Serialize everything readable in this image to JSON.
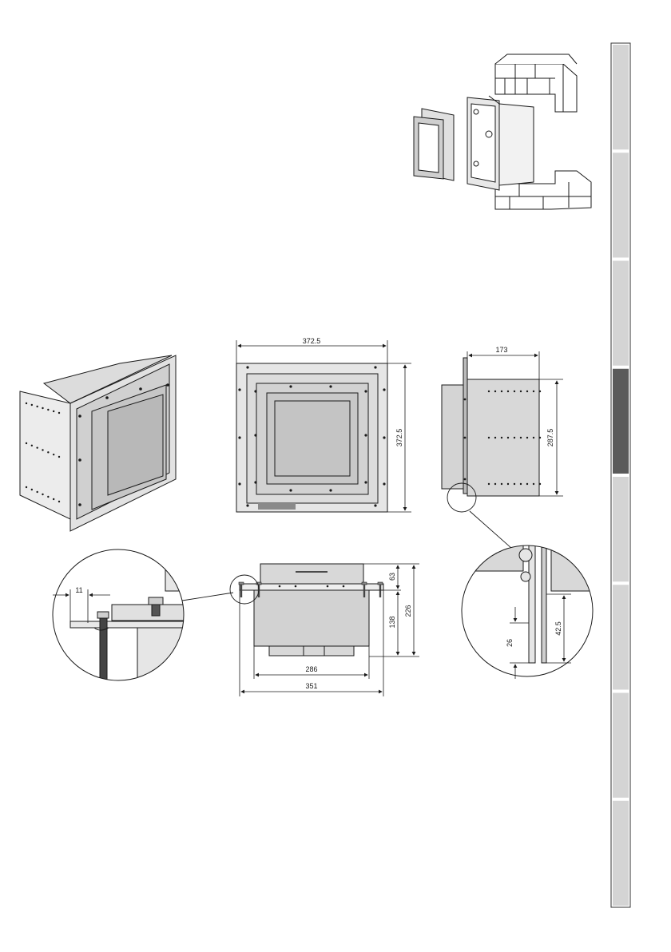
{
  "dimensions": {
    "front_width": "372.5",
    "front_height": "372.5",
    "side_depth": "173",
    "side_height": "287.5",
    "detail_left_offset": "11",
    "bottom_top_height": "63",
    "bottom_body_height": "138",
    "bottom_total_height": "226",
    "bottom_inner_width": "286",
    "bottom_outer_width": "351",
    "detail_right_gap": "26",
    "detail_right_height": "42.5"
  },
  "side_tabs": {
    "active_index": 3,
    "count": 8
  },
  "colors": {
    "frame_fill": "#e6e6e6",
    "panel_fill": "#d2d2d2",
    "inner_fill": "#c4c4c4",
    "tab_inactive": "#d4d4d4",
    "tab_active": "#5a5a5a",
    "line": "#1a1a1a"
  }
}
